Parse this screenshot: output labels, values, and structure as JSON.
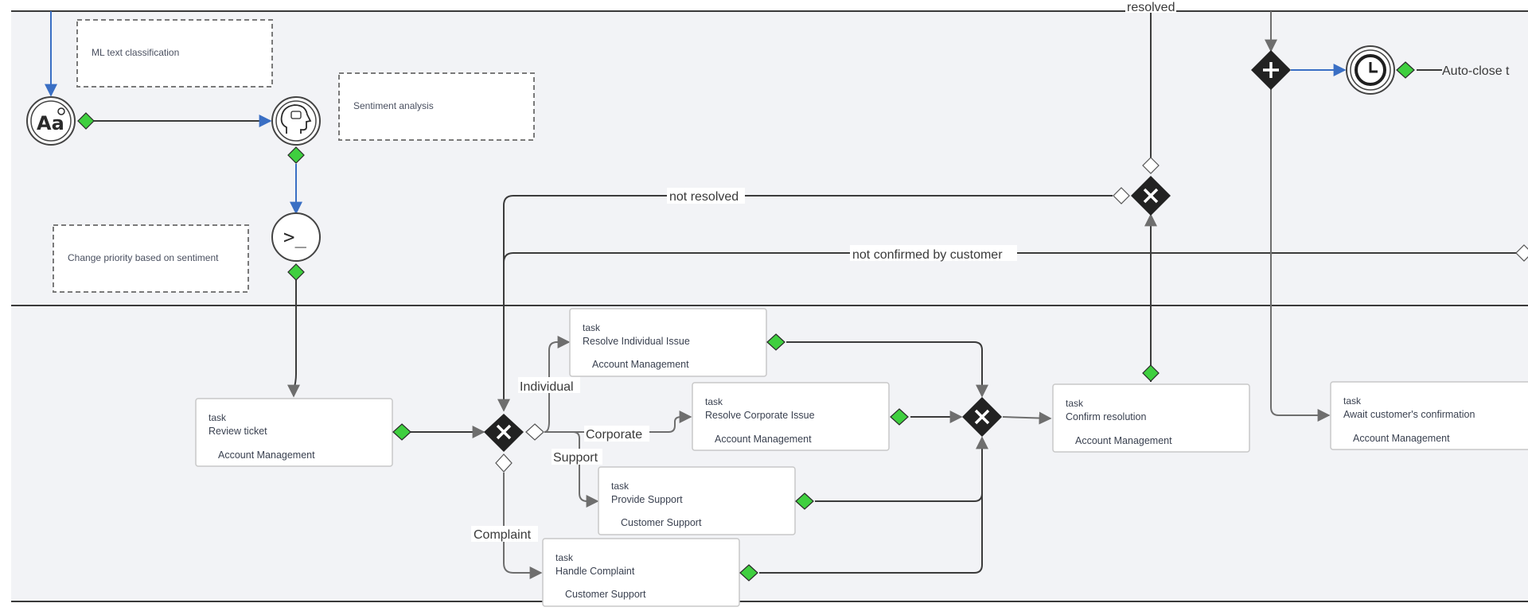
{
  "annotations": {
    "ml_text_classification": "ML text classification",
    "sentiment_analysis": "Sentiment analysis",
    "change_priority": "Change priority based on sentiment"
  },
  "tasks": {
    "review_ticket": {
      "type": "task",
      "name": "Review ticket",
      "lane": "Account Management"
    },
    "resolve_individual": {
      "type": "task",
      "name": "Resolve Individual Issue",
      "lane": "Account Management"
    },
    "resolve_corporate": {
      "type": "task",
      "name": "Resolve Corporate Issue",
      "lane": "Account Management"
    },
    "provide_support": {
      "type": "task",
      "name": "Provide Support",
      "lane": "Customer Support"
    },
    "handle_complaint": {
      "type": "task",
      "name": "Handle Complaint",
      "lane": "Customer Support"
    },
    "confirm_resolution": {
      "type": "task",
      "name": "Confirm resolution",
      "lane": "Account Management"
    },
    "await_confirmation": {
      "type": "task",
      "name": "Await customer's confirmation",
      "lane": "Account Management"
    }
  },
  "edge_labels": {
    "resolved": "resolved",
    "not_resolved": "not resolved",
    "not_confirmed": "not confirmed by customer",
    "individual": "Individual",
    "corporate": "Corporate",
    "support": "Support",
    "complaint": "Complaint",
    "auto_close": "Auto-close t"
  },
  "icons": {
    "text_classification": "text-classification-icon",
    "ai_head": "ai-head-icon",
    "script": "terminal-icon",
    "timer": "clock-icon",
    "parallel_gateway": "plus-icon",
    "exclusive_gateway": "x-icon"
  },
  "colors": {
    "port_green": "#3fcf3f",
    "blue_flow": "#3a6fc4",
    "gateway": "#222222",
    "lane_bg": "#f2f3f6"
  }
}
